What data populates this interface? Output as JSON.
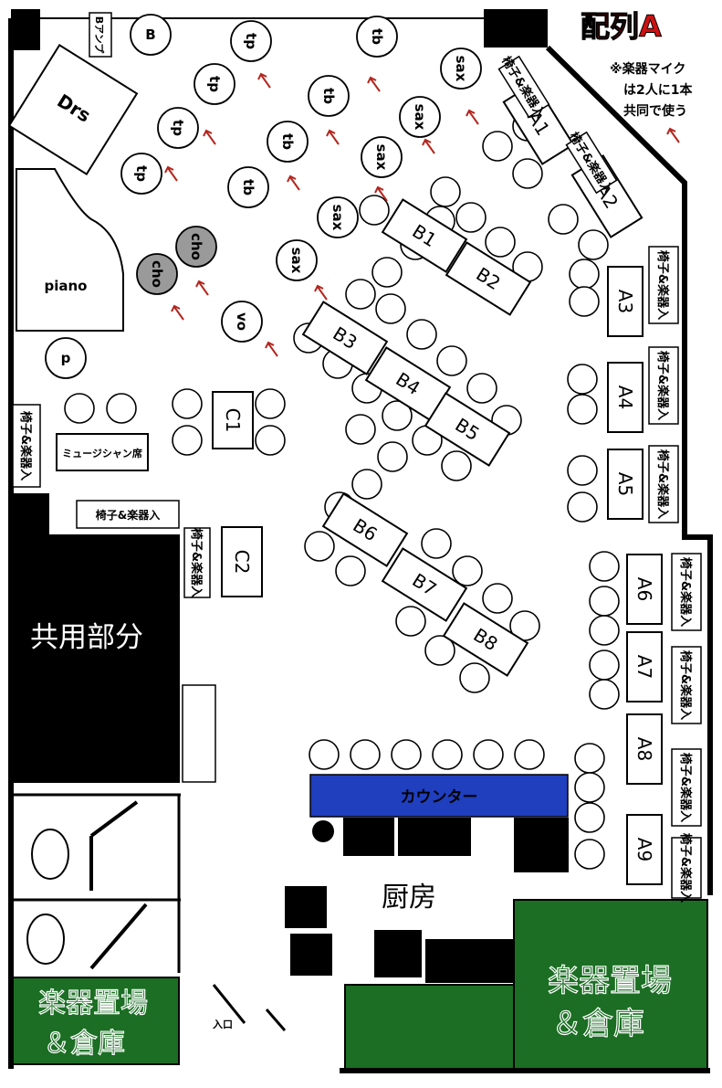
{
  "title": "配列A",
  "note_lines": [
    "※楽器マイク",
    "は2人に1本",
    "共同で使う"
  ],
  "stage": {
    "drums": "Drs",
    "piano": "piano",
    "bass": "B",
    "bass_amp": "Bアンプ",
    "p": "p",
    "tp": "tp",
    "tb": "tb",
    "sax": "sax",
    "cho": "cho",
    "vo": "vo"
  },
  "tables": {
    "A1": "A1",
    "A2": "A2",
    "A3": "A3",
    "A4": "A4",
    "A5": "A5",
    "A6": "A6",
    "A7": "A7",
    "A8": "A8",
    "A9": "A9",
    "B1": "B1",
    "B2": "B2",
    "B3": "B3",
    "B4": "B4",
    "B5": "B5",
    "B6": "B6",
    "B7": "B7",
    "B8": "B8",
    "C1": "C1",
    "C2": "C2"
  },
  "labels": {
    "chair_instruments": "椅子&楽器入",
    "musician_seats": "ミュージシャン席",
    "shared_area": "共用部分",
    "counter": "カウンター",
    "kitchen": "厨房",
    "storage_line1": "楽器置場",
    "storage_line2": "＆倉庫",
    "entrance": "入口"
  },
  "colors": {
    "accent_red": "#cc1111",
    "counter_blue": "#1f3fbf",
    "storage_green": "#1b6e23",
    "arrow_red": "#b3261e",
    "chorus_gray": "#9a9a9a"
  }
}
